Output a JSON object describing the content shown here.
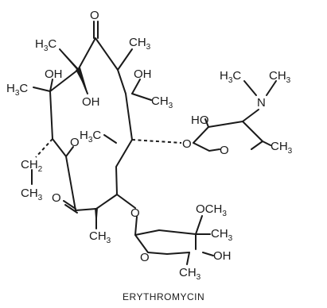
{
  "molecule": {
    "caption": "ERYTHROMYCIN",
    "labels": {
      "ketone_o": "O",
      "me_top_left": "H3C",
      "me_top_right": "CH3",
      "oh_left_1": "OH",
      "oh_left_2": "OH",
      "me_left": "H3C",
      "oh_center": "OH",
      "me_center": "CH3",
      "ch2": "CH2",
      "ch3_ethyl": "CH3",
      "lactone_o": "O",
      "carbonyl_o": "O",
      "me_inner": "H3C",
      "me_bottom": "CH3",
      "glyco_o_upper": "O",
      "glyco_o_lower": "O",
      "nme_left": "H3C",
      "nme_right": "CH3",
      "n_atom": "N",
      "ho_sugar": "HO",
      "ring_o_upper": "O",
      "me_sugar_upper": "CH3",
      "och3": "OCH3",
      "me_sugar_lower_1": "CH3",
      "me_sugar_lower_2": "CH3",
      "oh_sugar_lower": "OH",
      "ring_o_lower": "O"
    }
  }
}
